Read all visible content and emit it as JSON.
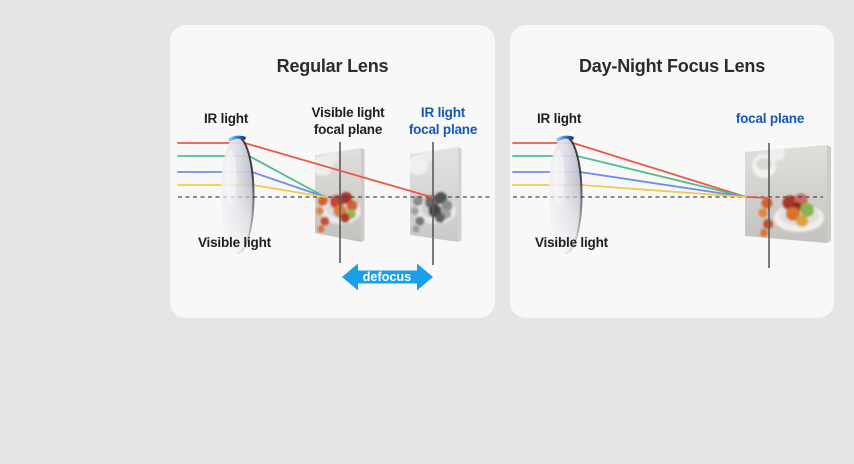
{
  "panels": {
    "left": {
      "title": "Regular Lens",
      "labels": {
        "ir_light": "IR light",
        "visible_light": "Visible light",
        "visible_focal_line1": "Visible light",
        "visible_focal_line2": "focal plane",
        "ir_focal_line1": "IR light",
        "ir_focal_line2": "focal plane",
        "defocus": "defocus"
      }
    },
    "right": {
      "title": "Day-Night Focus Lens",
      "labels": {
        "ir_light": "IR light",
        "visible_light": "Visible light",
        "focal_plane": "focal plane"
      }
    }
  },
  "colors": {
    "page_background": "#E5E5E5",
    "card_background": "#F8F8F8",
    "title_text": "#2B2B30",
    "label_text": "#202024",
    "focal_label_blue": "#1457B4",
    "ray_red": "#E8594C",
    "ray_green": "#4FBE8E",
    "ray_blue": "#6E8CE8",
    "ray_yellow": "#F2C94F",
    "optical_axis_dash": "#4D4D4D",
    "focal_plane_line": "#5A5A5A",
    "defocus_arrow": "#1AA0E9",
    "defocus_text": "#FFFFFF"
  }
}
